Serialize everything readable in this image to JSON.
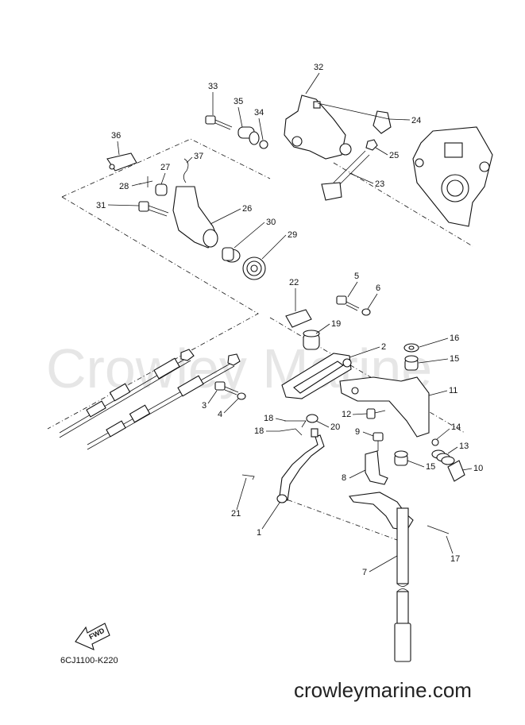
{
  "watermark": "Crowley Marine",
  "diagram_code": "6CJ1100-K220",
  "site_url": "crowleymarine.com",
  "fwd_label": "FWD",
  "callouts": [
    "33",
    "35",
    "34",
    "32",
    "24",
    "25",
    "23",
    "36",
    "37",
    "27",
    "28",
    "31",
    "26",
    "30",
    "29",
    "22",
    "5",
    "6",
    "19",
    "2",
    "16",
    "15",
    "11",
    "3",
    "4",
    "12",
    "18",
    "18",
    "20",
    "9",
    "14",
    "13",
    "8",
    "15",
    "10",
    "21",
    "1",
    "17",
    "7"
  ]
}
